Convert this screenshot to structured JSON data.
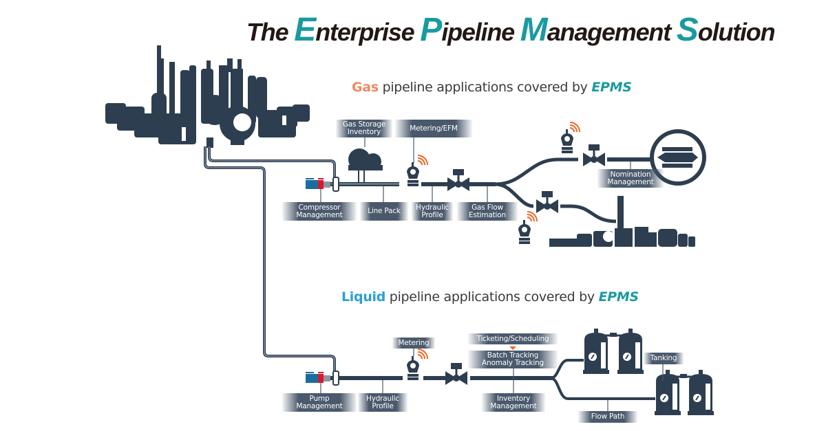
{
  "title": {
    "parts": [
      {
        "cap": "",
        "rest": "The "
      },
      {
        "cap": "E",
        "rest": "nterprise "
      },
      {
        "cap": "P",
        "rest": "ipeline "
      },
      {
        "cap": "M",
        "rest": "anagement "
      },
      {
        "cap": "S",
        "rest": "olution"
      }
    ]
  },
  "gas_section": {
    "keyword": "Gas",
    "text": " pipeline applications covered by ",
    "brand": "EPMS",
    "labels": {
      "gas_storage_inventory": "Gas Storage\nInventory",
      "metering_efm": "Metering/EFM",
      "compressor_management": "Compressor\nManagement",
      "line_pack": "Line Pack",
      "hydraulic_profile": "Hydraulic\nProfile",
      "gas_flow_estimation": "Gas Flow\nEstimation",
      "nomination_management": "Nomination\nManagement"
    }
  },
  "liquid_section": {
    "keyword": "Liquid",
    "text": " pipeline applications covered by ",
    "brand": "EPMS",
    "labels": {
      "metering": "Metering",
      "ticketing_scheduling": "Ticketing/Scheduling",
      "batch_anomaly_tracking": "Batch Tracking\nAnomaly Tracking",
      "pump_management": "Pump\nManagement",
      "hydraulic_profile": "Hydraulic\nProfile",
      "inventory_management": "Inventory\nManagement",
      "tanking": "Tanking",
      "flow_path": "Flow Path"
    }
  },
  "colors": {
    "brand_teal": "#1a9aa0",
    "gas_orange": "#ef8a64",
    "liquid_blue": "#2a9fd8",
    "equipment_navy": "#2d3e50",
    "label_slate": "#4a596c",
    "signal_orange": "#f26522",
    "pump_red": "#d7192d",
    "pump_blue": "#1a6e9e"
  }
}
